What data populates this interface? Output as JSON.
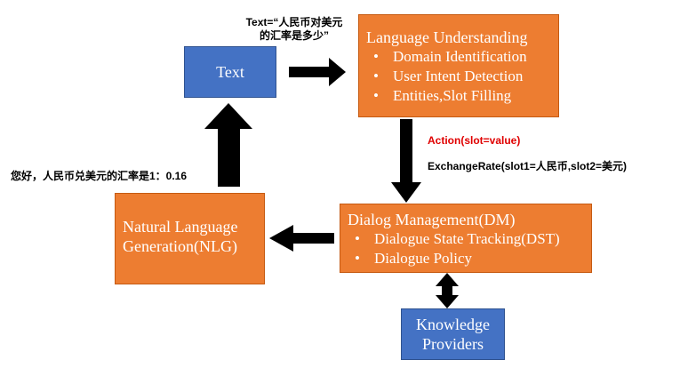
{
  "nodes": {
    "text": {
      "label": "Text"
    },
    "language_understanding": {
      "title": "Language Understanding",
      "items": [
        "Domain Identification",
        "User Intent Detection",
        "Entities,Slot Filling"
      ]
    },
    "dialog_management": {
      "title": "Dialog Management(DM)",
      "items": [
        "Dialogue State Tracking(DST)",
        "Dialogue Policy"
      ]
    },
    "nlg": {
      "line1": "Natural Language",
      "line2": "Generation(NLG)"
    },
    "knowledge": {
      "line1": "Knowledge",
      "line2": "Providers"
    }
  },
  "annotations": {
    "text_input_line1": "Text=“人民币对美元",
    "text_input_line2": "的汇率是多少”",
    "action": "Action(slot=value)",
    "exchange_rate": "ExchangeRate(slot1=人民币,slot2=美元)",
    "response": "您好，人民币兑美元的汇率是1：0.16"
  },
  "colors": {
    "orange": "#ED7D31",
    "blue": "#4472C4",
    "arrow": "#000000",
    "action_text": "#E00000"
  }
}
